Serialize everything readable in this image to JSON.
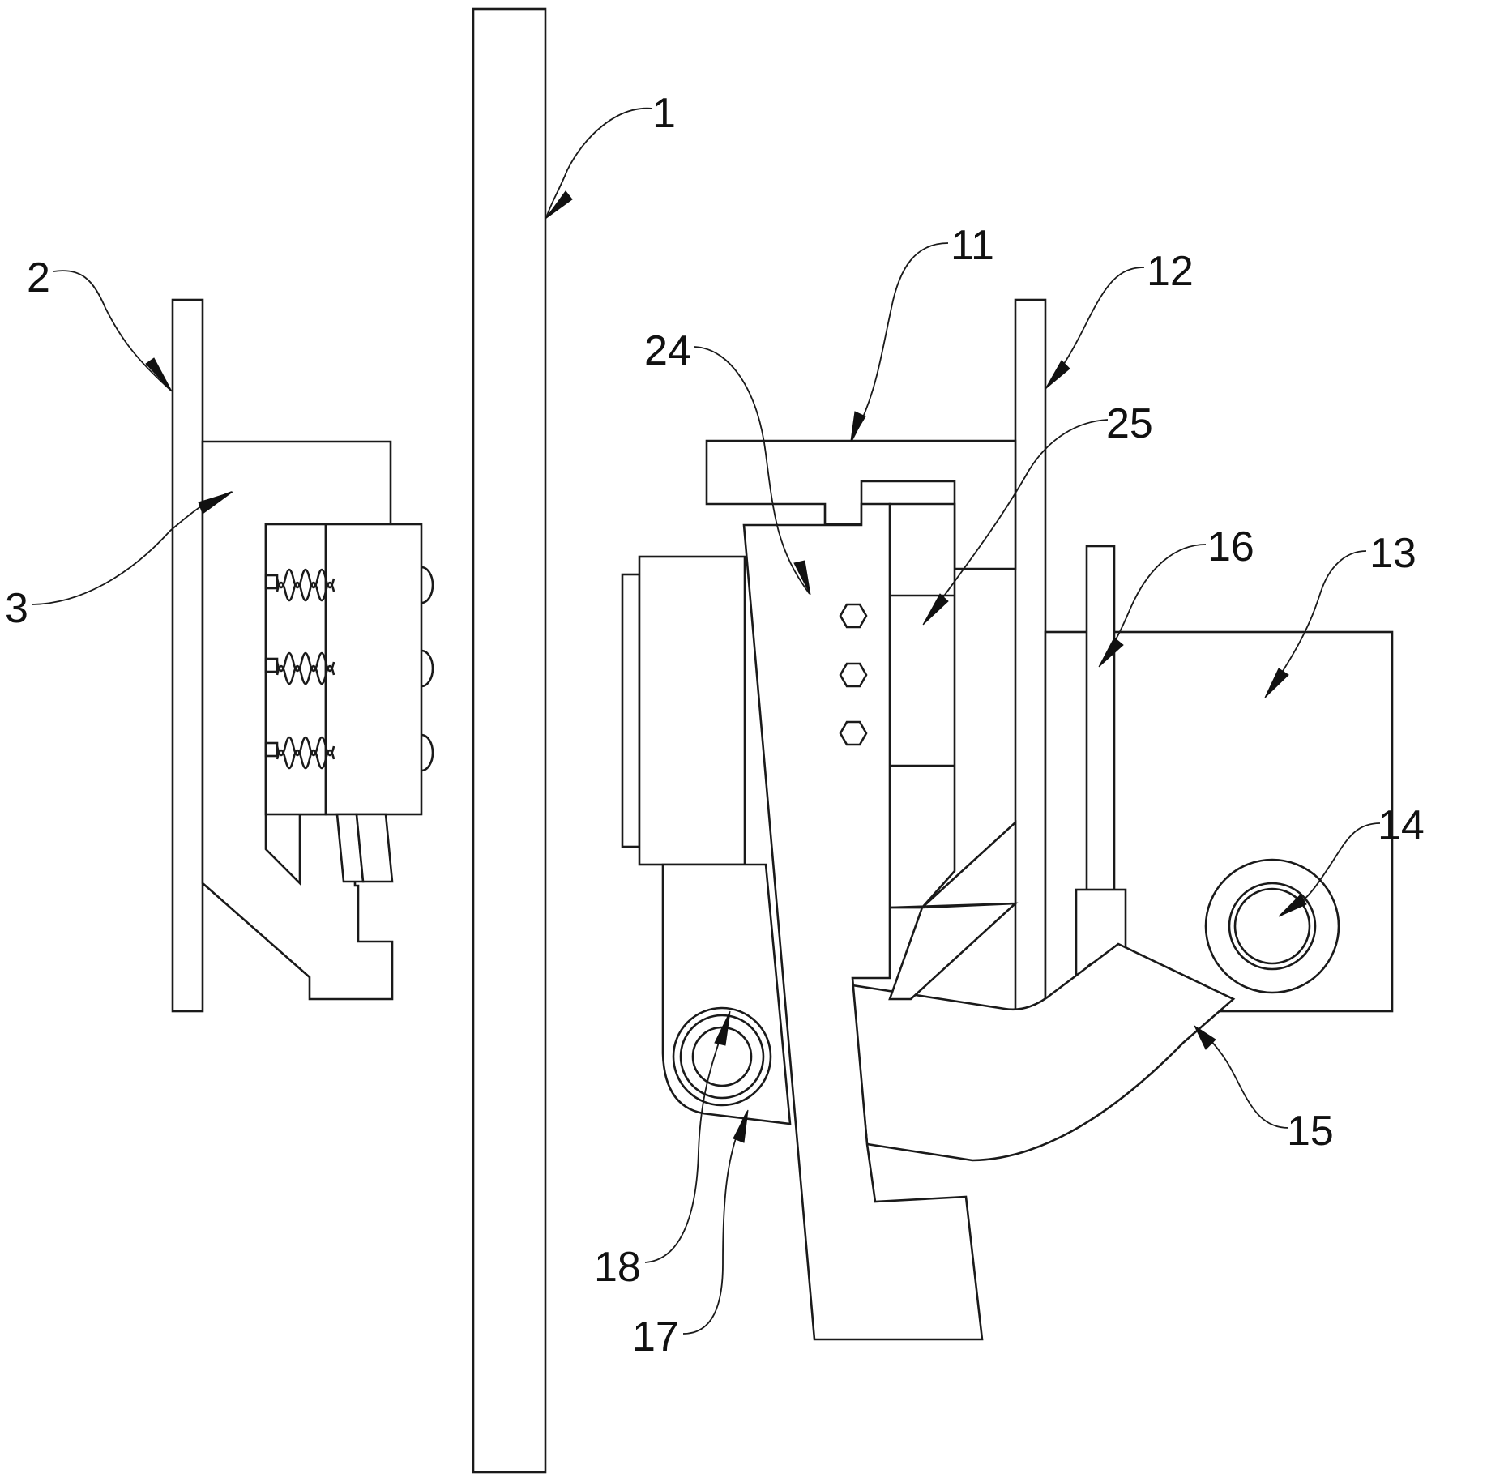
{
  "figure": {
    "description": "Mechanical patent drawing: side view of a clamping/locking mechanism on a central rail",
    "colors": {
      "line": "#1a1a1a",
      "background": "#ffffff"
    }
  },
  "labels": [
    {
      "id": "1",
      "text": "1",
      "part": "central rail"
    },
    {
      "id": "2",
      "text": "2",
      "part": "left mounting plate"
    },
    {
      "id": "3",
      "text": "3",
      "part": "left spring clamp block"
    },
    {
      "id": "11",
      "text": "11",
      "part": "upper bracket"
    },
    {
      "id": "12",
      "text": "12",
      "part": "right mounting plate"
    },
    {
      "id": "13",
      "text": "13",
      "part": "housing box"
    },
    {
      "id": "14",
      "text": "14",
      "part": "main pivot wheel"
    },
    {
      "id": "15",
      "text": "15",
      "part": "curved lever arm"
    },
    {
      "id": "16",
      "text": "16",
      "part": "vertical push rod"
    },
    {
      "id": "17",
      "text": "17",
      "part": "lower pivot ring"
    },
    {
      "id": "18",
      "text": "18",
      "part": "lower pivot pin"
    },
    {
      "id": "24",
      "text": "24",
      "part": "wedge clamp jaw"
    },
    {
      "id": "25",
      "text": "25",
      "part": "bolted guide block"
    }
  ]
}
